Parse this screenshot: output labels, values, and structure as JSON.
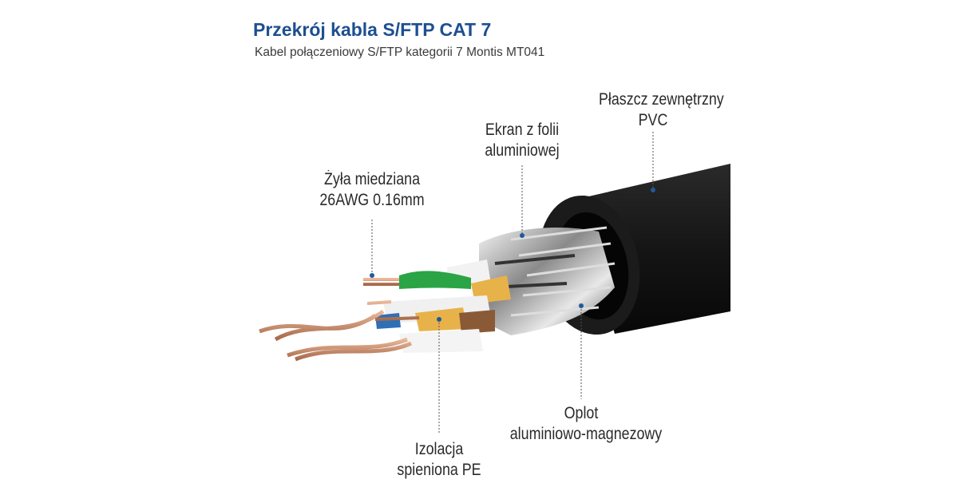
{
  "header": {
    "title": "Przekrój kabla S/FTP CAT 7",
    "subtitle": "Kabel połączeniowy S/FTP kategorii 7 Montis MT041"
  },
  "labels": {
    "jacket": {
      "line1": "Płaszcz zewnętrzny",
      "line2": "PVC"
    },
    "foil": {
      "line1": "Ekran z folii",
      "line2": "aluminiowej"
    },
    "conductor": {
      "line1": "Żyła miedziana",
      "line2": "26AWG 0.16mm"
    },
    "insulation": {
      "line1": "Izolacja",
      "line2": "spieniona PE"
    },
    "braid": {
      "line1": "Oplot",
      "line2": "aluminiowo-magnezowy"
    }
  },
  "colors": {
    "accent": "#1d4f91",
    "callout": "#1f5a9a"
  }
}
